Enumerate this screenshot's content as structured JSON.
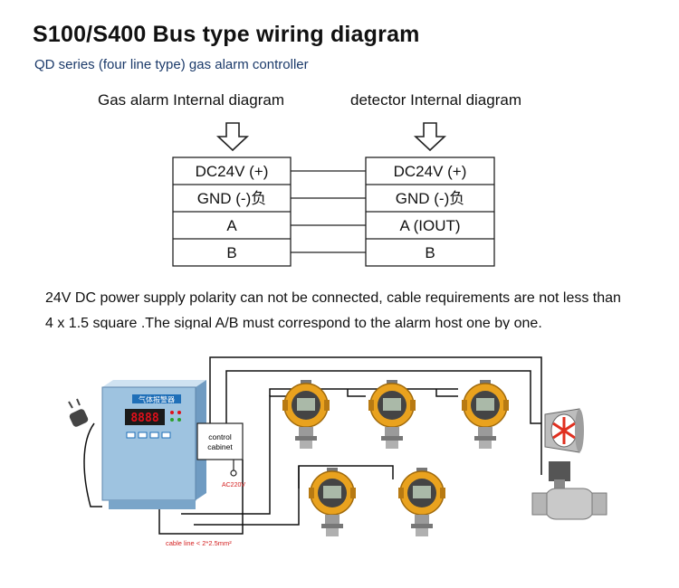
{
  "header": {
    "title": "S100/S400 Bus type wiring diagram",
    "subtitle": "QD series (four line type) gas alarm controller"
  },
  "wiring_table": {
    "left_heading": "Gas alarm Internal diagram",
    "right_heading": "detector Internal diagram",
    "left_terminals": [
      "DC24V (+)",
      "GND (-)负",
      "A",
      "B"
    ],
    "right_terminals": [
      "DC24V (+)",
      "GND (-)负",
      "A (IOUT)",
      "B"
    ]
  },
  "note": {
    "line1": "24V DC power supply polarity can not be connected, cable requirements are not less than",
    "line2": "4 x 1.5 square .The signal A/B must correspond to the alarm host one by one."
  },
  "installation": {
    "controller_panel_label": "气体报警器",
    "controller_display": "8888",
    "control_cabinet_label_1": "control",
    "control_cabinet_label_2": "cabinet",
    "power_label": "AC220V",
    "cable_label": "cable line < 2*2.5mm²",
    "detector_count": 5,
    "colors": {
      "detector_body": "#e9a21e",
      "controller_body": "#9ec3e0",
      "display_red": "#e0101a",
      "wire": "#111111",
      "cable_label": "#d42020"
    }
  }
}
